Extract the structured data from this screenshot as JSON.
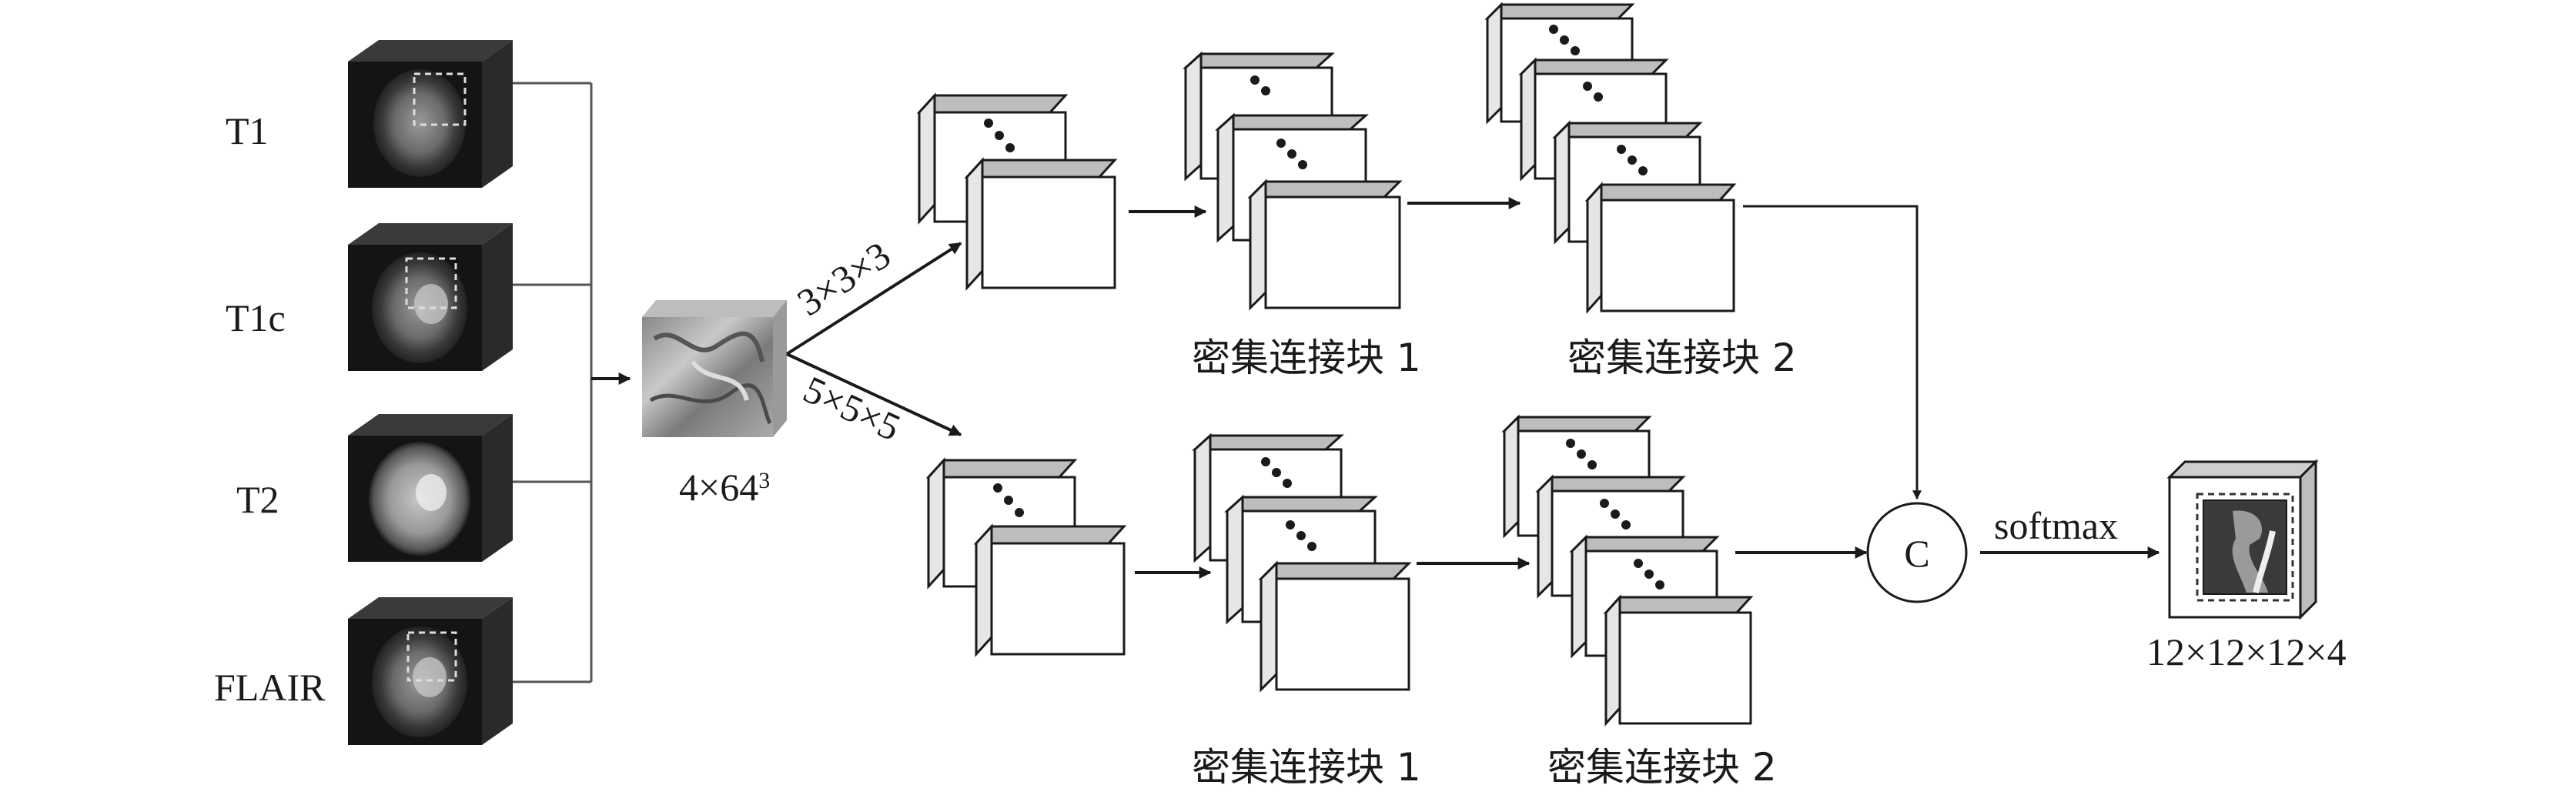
{
  "inputs": {
    "t1": "T1",
    "t1c": "T1c",
    "t2": "T2",
    "flair": "FLAIR"
  },
  "patch": {
    "size_main": "4×64",
    "size_sup": "3"
  },
  "paths": {
    "kernel_top": "3×3×3",
    "kernel_bottom": "5×5×5"
  },
  "blocks": {
    "top_block1": "密集连接块 1",
    "top_block2": "密集连接块 2",
    "bottom_block1": "密集连接块 1",
    "bottom_block2": "密集连接块 2"
  },
  "concat_label": "C",
  "softmax_label": "softmax",
  "output_size": "12×12×12×4"
}
